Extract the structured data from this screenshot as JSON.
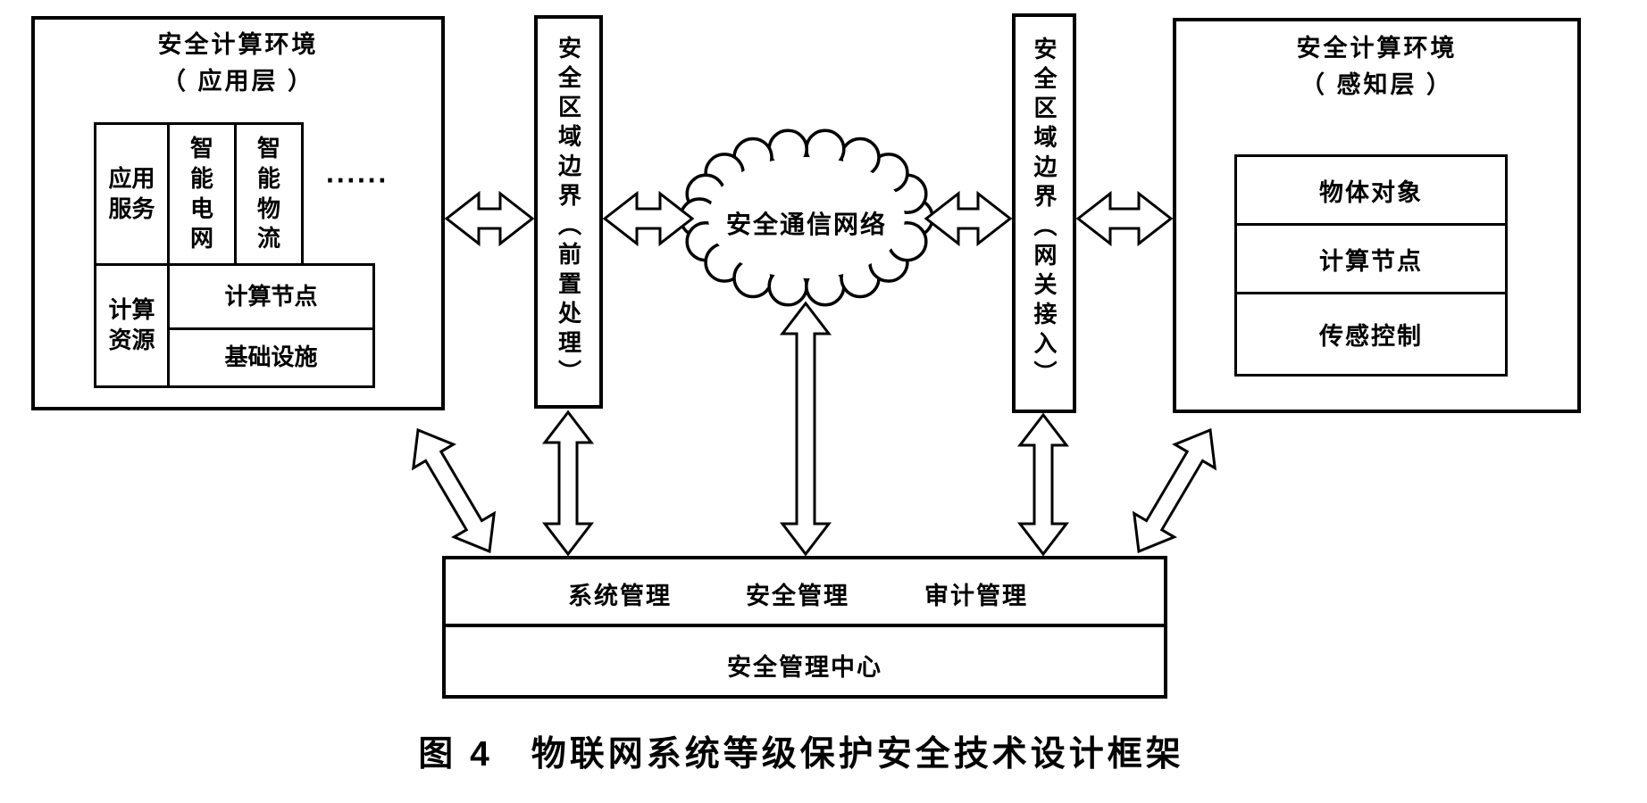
{
  "figure": {
    "caption": "图 4　物联网系统等级保护安全技术设计框架"
  },
  "app_env": {
    "title": "安全计算环境",
    "subtitle": "（ 应用层 ）",
    "app_service": "应用服务",
    "smart_grid": "智能电网",
    "smart_logistics": "智能物流",
    "ellipsis": "······",
    "compute_resource": "计算资源",
    "compute_node": "计算节点",
    "infrastructure": "基础设施"
  },
  "boundary_front": {
    "label": "安全区域边界（前置处理）"
  },
  "comm_network": {
    "label": "安全通信网络"
  },
  "boundary_gateway": {
    "label": "安全区域边界（网关接入）"
  },
  "sense_env": {
    "title": "安全计算环境",
    "subtitle": "（ 感知层 ）",
    "object": "物体对象",
    "compute_node": "计算节点",
    "sensor_control": "传感控制"
  },
  "mgmt": {
    "system": "系统管理",
    "security": "安全管理",
    "audit": "审计管理",
    "center": "安全管理中心"
  }
}
